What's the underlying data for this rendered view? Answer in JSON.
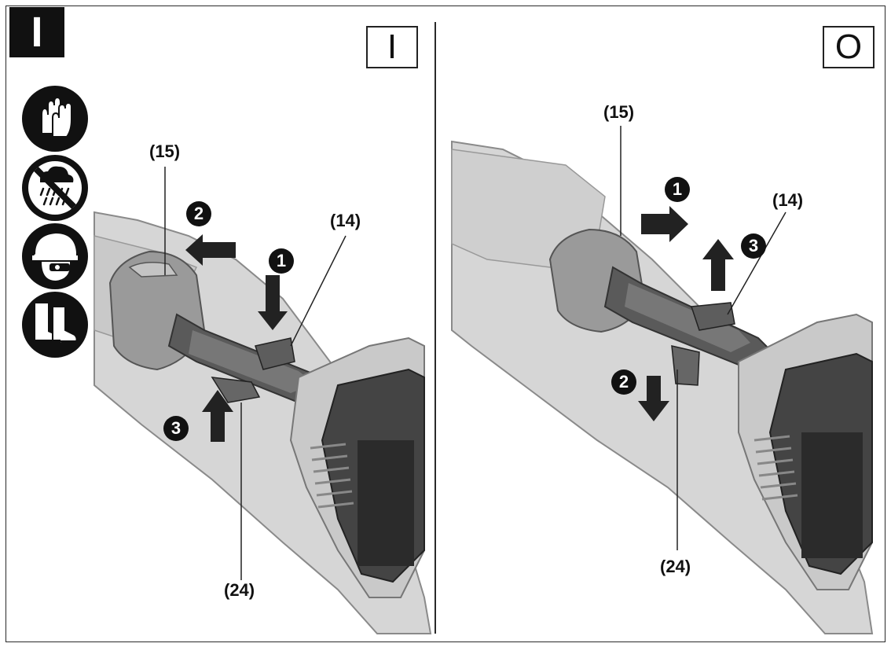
{
  "figure": {
    "step_badge": "I",
    "left_panel": {
      "mode_symbol": "I",
      "labels": {
        "part_15": "(15)",
        "part_14": "(14)",
        "part_24": "(24)"
      },
      "steps": [
        "1",
        "2",
        "3"
      ]
    },
    "right_panel": {
      "mode_symbol": "O",
      "labels": {
        "part_15": "(15)",
        "part_14": "(14)",
        "part_24": "(24)"
      },
      "steps": [
        "1",
        "2",
        "3"
      ]
    },
    "safety_icons": [
      "gloves-icon",
      "no-rain-icon",
      "helmet-goggles-icon",
      "boots-icon"
    ],
    "colors": {
      "ink": "#111111",
      "tool_light": "#d9d9d9",
      "tool_mid": "#b5b5b5",
      "tool_dark": "#6f6f6f",
      "tool_darker": "#4a4a4a"
    }
  }
}
